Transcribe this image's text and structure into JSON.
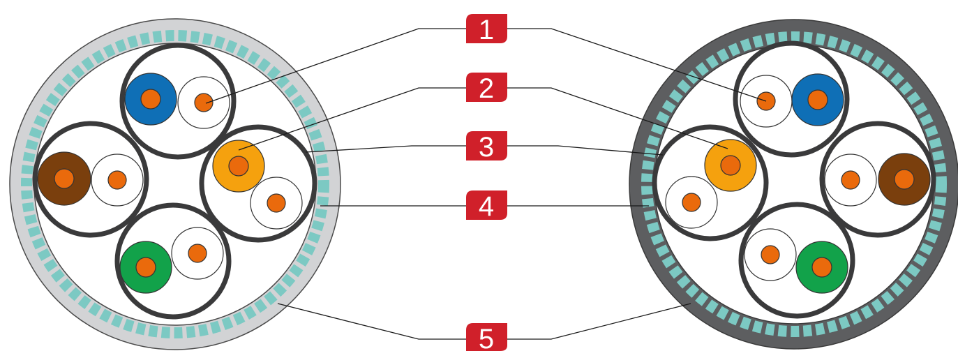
{
  "diagram": {
    "callouts": [
      {
        "id": 1,
        "label": "1"
      },
      {
        "id": 2,
        "label": "2"
      },
      {
        "id": 3,
        "label": "3"
      },
      {
        "id": 4,
        "label": "4"
      },
      {
        "id": 5,
        "label": "5"
      }
    ],
    "colors": {
      "badge": "#d0202a",
      "shield": "#7cc9c3",
      "jacket_left": "#d2d3d5",
      "jacket_right": "#5d5e60",
      "pair_ring": "#3a3a3b",
      "conductor": "#ea6a0c",
      "insulation_blue": "#0f6fb6",
      "insulation_brown": "#7a3f0d",
      "insulation_orange": "#f5a10e",
      "insulation_green": "#12a24a",
      "insulation_white": "#ffffff"
    },
    "cables": [
      {
        "name": "cable-left"
      },
      {
        "name": "cable-right"
      }
    ]
  }
}
